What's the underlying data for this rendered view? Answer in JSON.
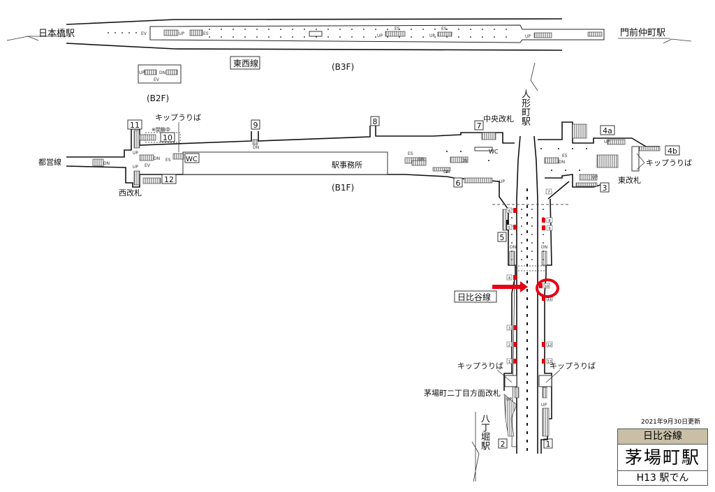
{
  "stations": {
    "west": "日本橋駅",
    "east": "門前仲町駅",
    "north": "人形町駅",
    "south": "八丁堀駅"
  },
  "lines": {
    "tozai": "東西線",
    "toei": "都営線",
    "hibiya": "日比谷線"
  },
  "floors": {
    "b3f": "(B3F)",
    "b2f": "(B2F)",
    "b1f": "(B1F)"
  },
  "symbols": {
    "up": "UP",
    "dn": "DN",
    "es": "ES",
    "ev": "EV",
    "wc": "WC"
  },
  "facilities": {
    "ticket_sales": "キップうりば",
    "closed_note": "※閉鎖中",
    "station_office": "駅事務所",
    "west_gate": "西改札",
    "central_gate": "中央改札",
    "east_gate": "東改札",
    "kayabacho_2chome_gate": "茅場町二丁目方面改札"
  },
  "exits": [
    "1",
    "2",
    "3",
    "4a",
    "4b",
    "5",
    "6",
    "7",
    "8",
    "9",
    "10",
    "11",
    "12"
  ],
  "car_numbers": {
    "left": [
      "6",
      "5",
      "4",
      "3",
      "2",
      "1"
    ],
    "right": [
      "7",
      "8",
      "9",
      "10",
      "11",
      "12",
      "13"
    ]
  },
  "highlight": {
    "car": "10",
    "color": "#e60012"
  },
  "legend": {
    "updated": "2021年9月30日更新",
    "line": "日比谷線",
    "station": "茅場町駅",
    "code": "H13 駅でん"
  }
}
